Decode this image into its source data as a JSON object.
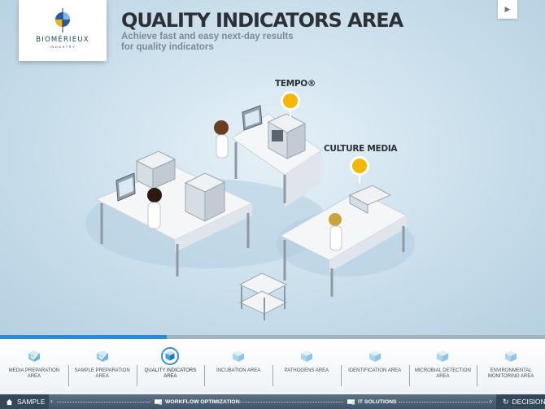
{
  "brand": {
    "name": "BIOMÉRIEUX",
    "sub": "INDUSTRY"
  },
  "header": {
    "title": "QUALITY INDICATORS AREA",
    "subtitle_line1": "Achieve fast and easy next-day results",
    "subtitle_line2": "for quality indicators"
  },
  "hotspots": [
    {
      "label": "TEMPO®"
    },
    {
      "label": "CULTURE MEDIA"
    }
  ],
  "progress": {
    "fraction": 0.306,
    "color": "#2a8ad4"
  },
  "steps": [
    {
      "label": "MEDIA PREPARATION AREA",
      "state": "done"
    },
    {
      "label": "SAMPLE PREPARATION AREA",
      "state": "done"
    },
    {
      "label": "QUALITY INDICATORS AREA",
      "state": "active"
    },
    {
      "label": "INCUBATION AREA",
      "state": "todo"
    },
    {
      "label": "PATHOGENS AREA",
      "state": "todo"
    },
    {
      "label": "IDENTIFICATION AREA",
      "state": "todo"
    },
    {
      "label": "MICROBIAL DETECTION AREA",
      "state": "todo"
    },
    {
      "label": "ENVIRONMENTAL MONITORING AREA",
      "state": "todo"
    }
  ],
  "bottom_nav": {
    "left": "SAMPLE",
    "workflow": "WORKFLOW OPTIMIZATION",
    "it": "IT SOLUTIONS",
    "right": "DECISION"
  },
  "colors": {
    "accent": "#2a8ad4",
    "pin": "#f5b800",
    "bar": "#41546a"
  },
  "icons": {
    "play": "play-icon",
    "home": "home-icon",
    "step": "cube-icon",
    "reload": "reload-icon"
  }
}
